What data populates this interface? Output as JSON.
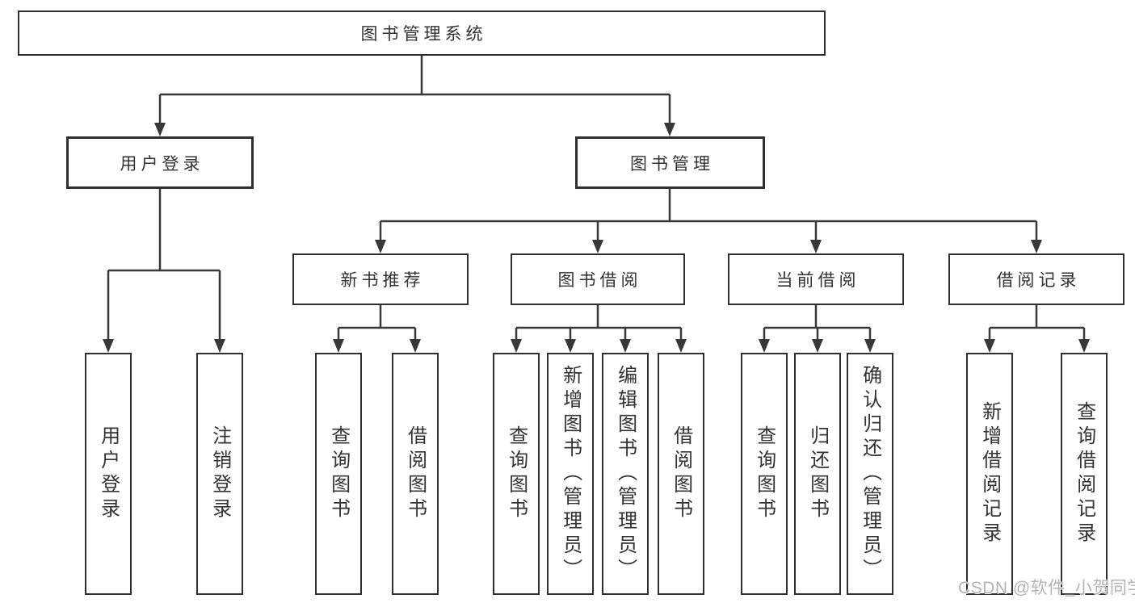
{
  "tree": {
    "label": "图书管理系统",
    "children": [
      {
        "label": "用户登录",
        "children": [
          {
            "label": "用户登录"
          },
          {
            "label": "注销登录"
          }
        ]
      },
      {
        "label": "图书管理",
        "children": [
          {
            "label": "新书推荐",
            "children": [
              {
                "label": "查询图书"
              },
              {
                "label": "借阅图书"
              }
            ]
          },
          {
            "label": "图书借阅",
            "children": [
              {
                "label": "查询图书"
              },
              {
                "label": "新增图书（管理员）"
              },
              {
                "label": "编辑图书（管理员）"
              },
              {
                "label": "借阅图书"
              }
            ]
          },
          {
            "label": "当前借阅",
            "children": [
              {
                "label": "查询图书"
              },
              {
                "label": "归还图书"
              },
              {
                "label": "确认归还（管理员）"
              }
            ]
          },
          {
            "label": "借阅记录",
            "children": [
              {
                "label": "新增借阅记录"
              },
              {
                "label": "查询借阅记录"
              }
            ]
          }
        ]
      }
    ]
  },
  "watermark": "CSDN @软件_小贺同学",
  "colors": {
    "line": "#383838",
    "box_border": "#2f2f2f",
    "text": "#333333",
    "watermark": "#b3b3b3",
    "background": "#ffffff"
  }
}
